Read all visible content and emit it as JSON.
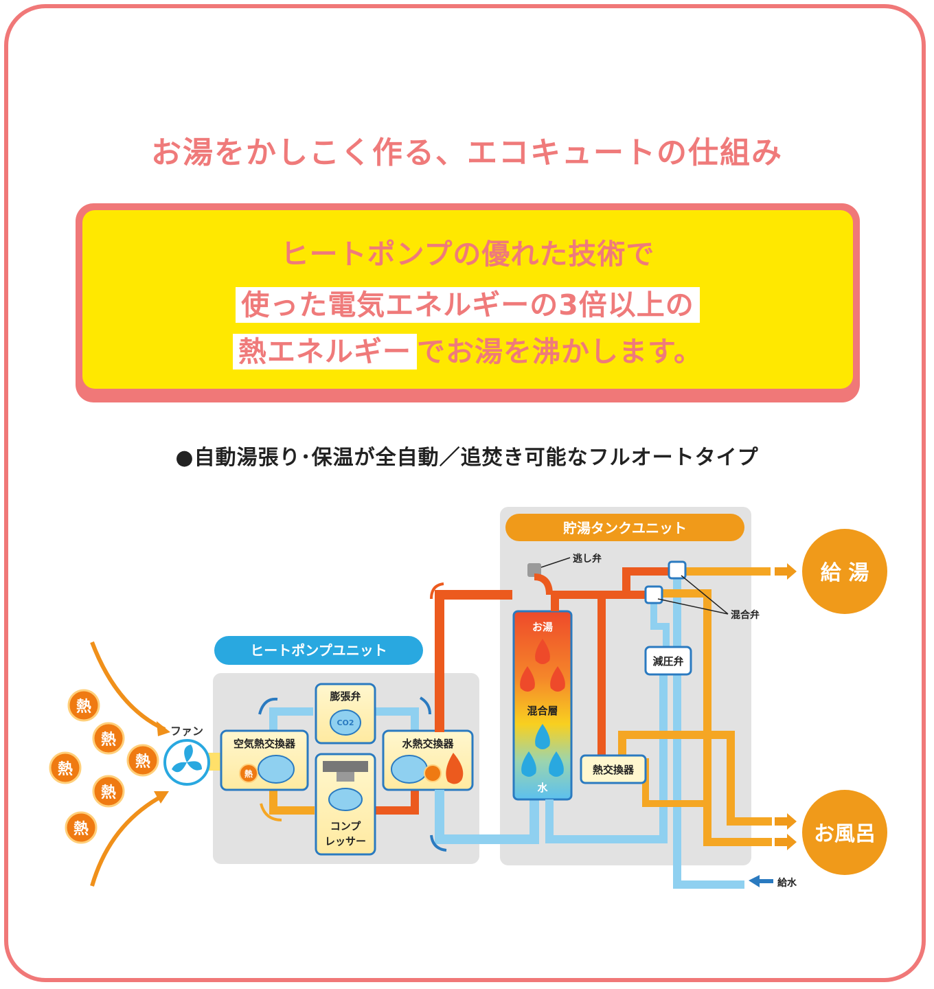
{
  "title": "お湯をかしこく作る、エコキュートの仕組み",
  "callout": {
    "line1": "ヒートポンプの優れた技術で",
    "line2": "使った電気エネルギーの3倍以上の",
    "line3_highlight": "熱エネルギー",
    "line3_rest": "でお湯を沸かします。"
  },
  "subheading": "●自動湯張り･保温が全自動／追焚き可能なフルオートタイプ",
  "heat_pump_unit": {
    "label": "ヒートポンプユニット",
    "fan": "ファン",
    "air_exchanger": "空気熱交換器",
    "expansion_valve": "膨張弁",
    "water_exchanger": "水熱交換器",
    "compressor_1": "コンプ",
    "compressor_2": "レッサー",
    "co2": "CO2"
  },
  "heat_label": "熱",
  "tank_unit": {
    "label": "貯湯タンクユニット",
    "relief_valve": "逃し弁",
    "hot_water": "お湯",
    "mixed_layer": "混合層",
    "water": "水",
    "heat_exchanger": "熱交換器",
    "pressure_valve": "減圧弁",
    "mixing_valve": "混合弁",
    "supply_water": "給水"
  },
  "outputs": {
    "hot_supply": "給 湯",
    "bath": "お風呂"
  },
  "colors": {
    "frame": "#f07878",
    "title": "#ef7a7a",
    "callout_bg": "#ffe800",
    "hot_pipe": "#ec5a1e",
    "warm_pipe": "#f5a623",
    "cold_pipe": "#8fd0f0",
    "blue_badge": "#29a8e0",
    "orange_badge": "#f09a1a"
  }
}
